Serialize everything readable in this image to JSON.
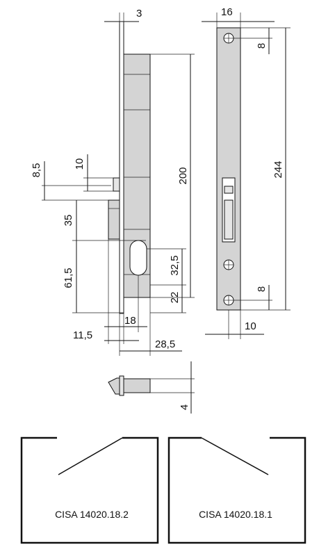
{
  "dimensions": {
    "faceplate_thickness": "3",
    "faceplate_width": "16",
    "hole_offset_top": "8",
    "hole_offset_bottom": "8",
    "overall_length": "244",
    "body_height": "200",
    "latch_height": "10",
    "latch_offset": "8,5",
    "latch_to_cylinder": "35",
    "cylinder_to_bottom": "61,5",
    "cylinder_hole_height": "32,5",
    "cylinder_to_body_bottom": "22",
    "cylinder_hole_width": "18",
    "backset_small": "11,5",
    "backset_large": "28,5",
    "hole_edge_offset": "10",
    "latch_projection": "4"
  },
  "captions": {
    "left_model": "CISA 14020.18.2",
    "right_model": "CISA 14020.18.1"
  }
}
